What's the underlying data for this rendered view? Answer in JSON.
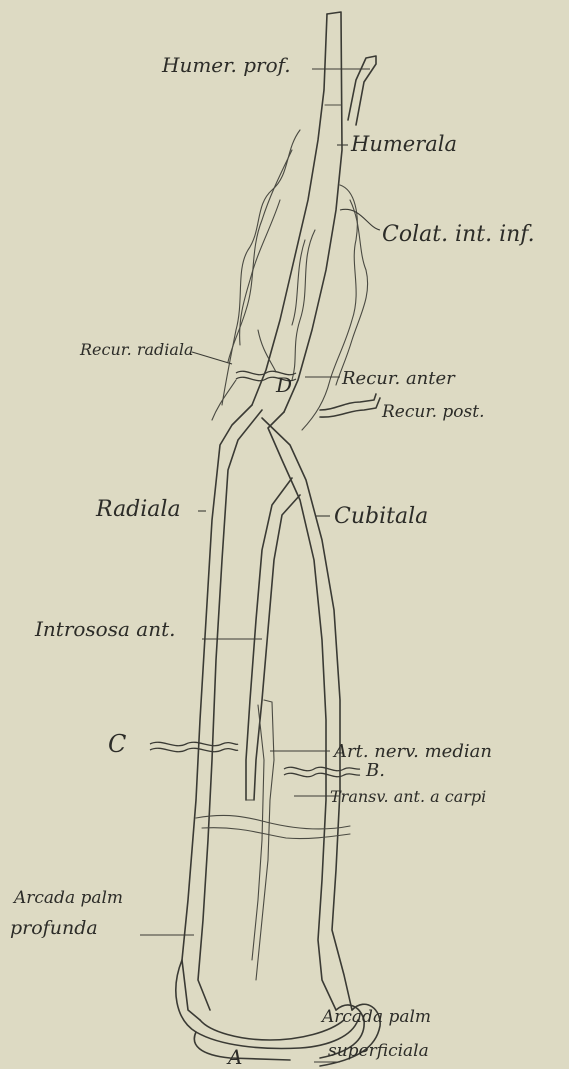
{
  "labels": {
    "humer_prof": "Humer. prof.",
    "humerala": "Humerala",
    "colat_int_inf": "Colat. int. inf.",
    "recur_radiala": "Recur. radiala",
    "recur_anter": "Recur. anter",
    "recur_post": "Recur. post.",
    "radiala": "Radiala",
    "cubitala": "Cubitala",
    "intrososa_ant": "Intrososa ant.",
    "art_nerv_median": "Art. nerv. median",
    "transv_ant_carp": "Transv. ant. a carpi",
    "arcada_palm_profunda_1": "Arcada palm",
    "arcada_palm_profunda_2": "profunda",
    "arcada_palm_superficiala_1": "Arcada palm",
    "arcada_palm_superficiala_2": "superficiala"
  },
  "markers": {
    "a": "A",
    "b": "B.",
    "c": "C",
    "d": "D"
  },
  "colors": {
    "paper": "#dddac3",
    "ink": "#3a3a34"
  }
}
